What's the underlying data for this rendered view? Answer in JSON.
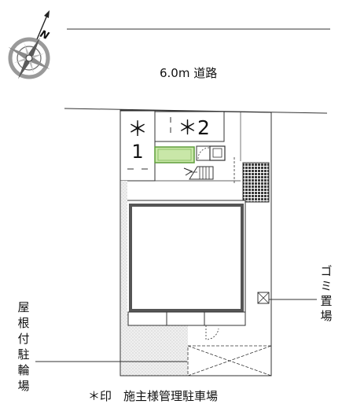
{
  "compass": {
    "north_label": "N"
  },
  "road": {
    "label": "6.0m 道路"
  },
  "parking": {
    "spot1": {
      "mark": "＊",
      "number": "1"
    },
    "spot2": {
      "label": "＊2"
    }
  },
  "labels": {
    "garbage": [
      "ゴ",
      "ミ",
      "置",
      "場"
    ],
    "bicycle": [
      "屋",
      "根",
      "付",
      "駐",
      "輪",
      "場"
    ]
  },
  "legend": {
    "text": "＊印　施主様管理駐車場"
  },
  "colors": {
    "line": "#222222",
    "building_stroke": "#555555",
    "planter_fill": "#c9e7a8",
    "planter_stroke": "#5e9e3a",
    "lot_fill": "#f3f3f3"
  }
}
